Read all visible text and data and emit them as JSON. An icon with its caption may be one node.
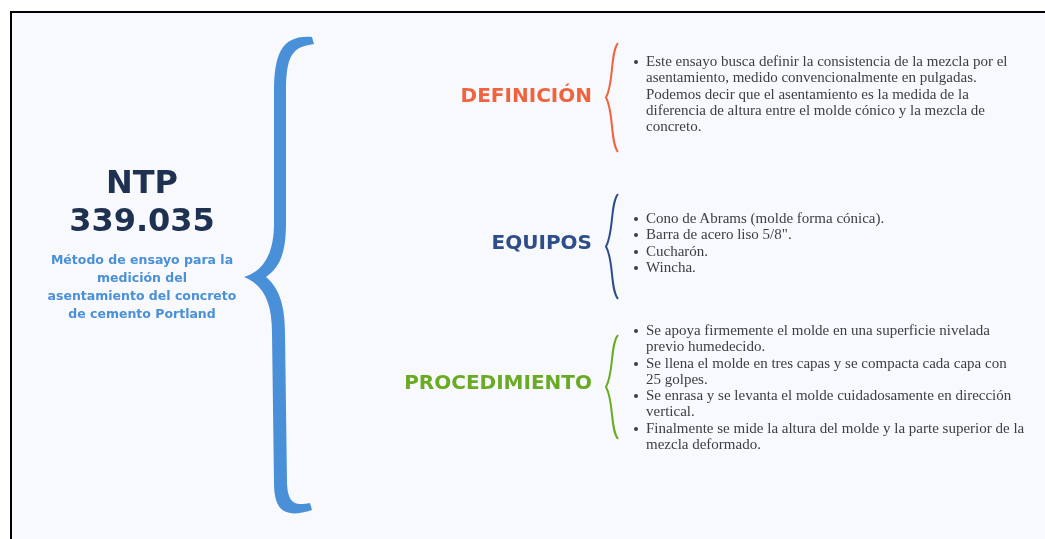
{
  "diagram": {
    "nodes": [
      {
        "text": [
          "NTP 339.035",
          "Método de ensayo para la medición del asentamiento del concreto de cemento Portland"
        ]
      },
      {
        "text": [
          "DEFINICIÓN"
        ]
      },
      {
        "text": [
          "Este ensayo busca definir la consistencia de la mezcla por el asentamiento, medido convencionalmente en pulgadas. Podemos decir que el asentamiento es la medida de la diferencia de altura entre el molde cónico y la mezcla de concreto."
        ]
      },
      {
        "text": [
          "EQUIPOS"
        ]
      },
      {
        "text": [
          "Cono de Abrams (molde forma cónica).",
          "Barra de acero liso 5/8\".",
          "Cucharón.",
          "Wincha."
        ]
      },
      {
        "text": [
          "PROCEDIMIENTO"
        ]
      },
      {
        "text": [
          "Se apoya firmemente el molde en una superficie nivelada previo humedecido.",
          "Se llena el molde en tres capas y se compacta cada capa con 25 golpes.",
          "Se enrasa y se levanta el molde cuidadosamente en dirección vertical.",
          "Finalmente se mide la altura del molde y la parte superior de la mezcla deformado."
        ]
      }
    ]
  }
}
